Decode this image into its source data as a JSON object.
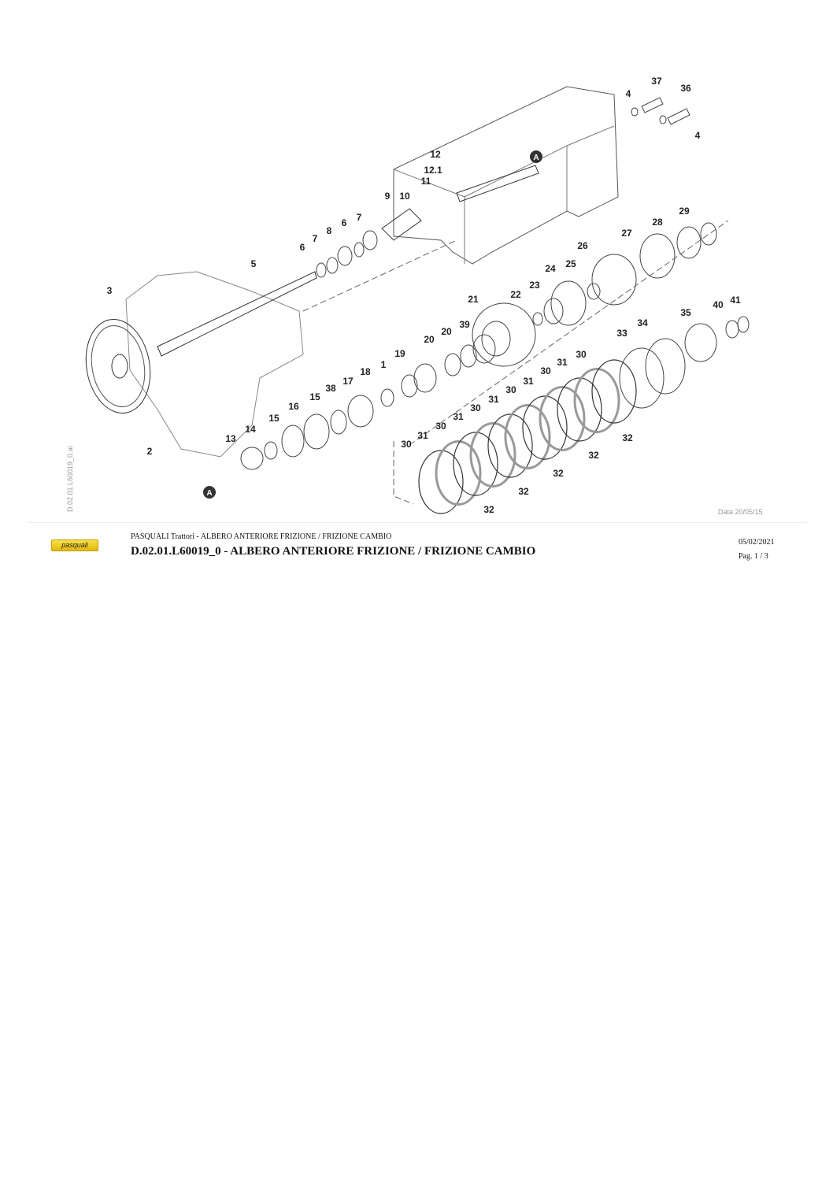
{
  "diagram": {
    "callouts": [
      "37",
      "36",
      "4",
      "4",
      "12",
      "12.1",
      "11",
      "10",
      "9",
      "7",
      "6",
      "8",
      "7",
      "6",
      "5",
      "3",
      "29",
      "28",
      "27",
      "26",
      "25",
      "24",
      "23",
      "22",
      "21",
      "39",
      "20",
      "20",
      "19",
      "1",
      "18",
      "17",
      "38",
      "15",
      "16",
      "15",
      "14",
      "13",
      "2",
      "40",
      "41",
      "35",
      "34",
      "33",
      "30",
      "31",
      "30",
      "31",
      "30",
      "31",
      "30",
      "31",
      "30",
      "31",
      "30",
      "32",
      "32",
      "32",
      "32",
      "32"
    ],
    "markers": [
      "A",
      "A"
    ],
    "file_name": "D.02.01.L60019_0.ai",
    "drawing_date": "Data 20/05/15"
  },
  "footer": {
    "logo_text": "pasquali",
    "subtitle": "PASQUALI Trattori - ALBERO ANTERIORE FRIZIONE / FRIZIONE CAMBIO",
    "title": "D.02.01.L60019_0 - ALBERO ANTERIORE FRIZIONE / FRIZIONE CAMBIO",
    "date": "05/02/2021",
    "page": "Pag. 1 / 3"
  }
}
